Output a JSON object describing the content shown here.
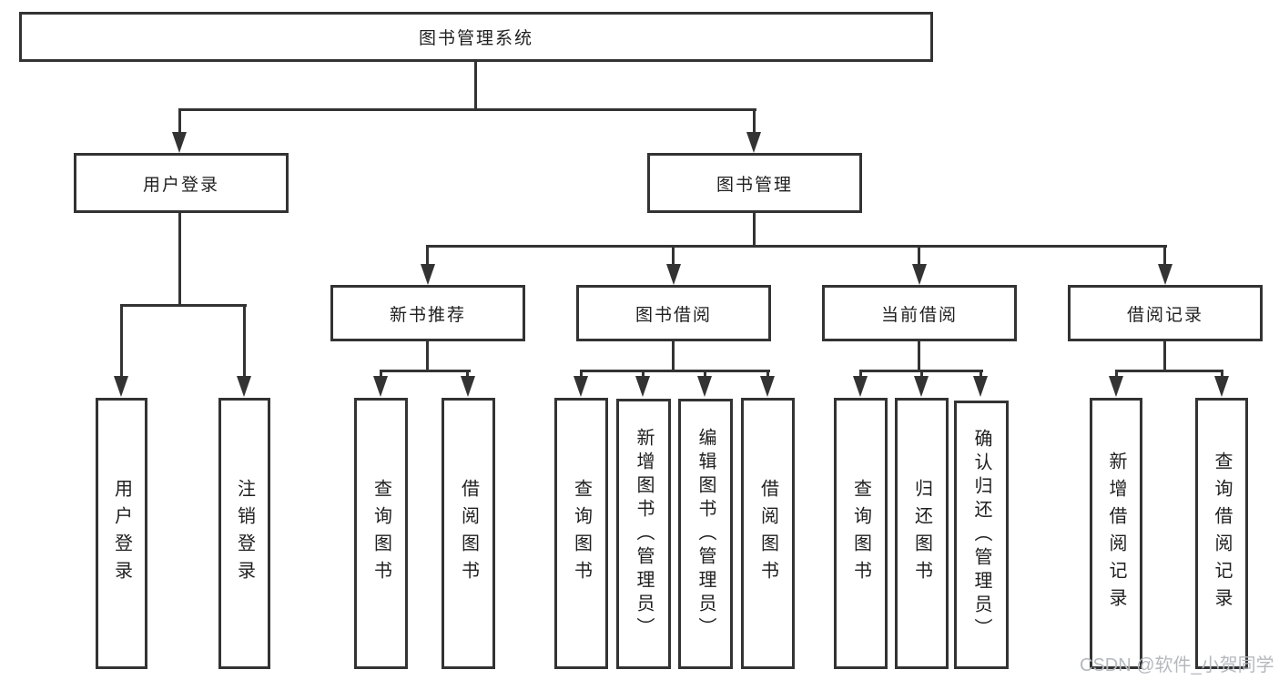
{
  "diagram": {
    "title": "图书管理系统",
    "level2": [
      "用户登录",
      "图书管理"
    ],
    "level3": [
      "新书推荐",
      "图书借阅",
      "当前借阅",
      "借阅记录"
    ],
    "leaves_user_login": [
      "用户登录",
      "注销登录"
    ],
    "leaves_new_book": [
      "查询图书",
      "借阅图书"
    ],
    "leaves_book_borrow": [
      "查询图书",
      "新增图书（管理员）",
      "编辑图书（管理员）",
      "借阅图书"
    ],
    "leaves_current_borrow": [
      "查询图书",
      "归还图书",
      "确认归还（管理员）"
    ],
    "leaves_borrow_records": [
      "新增借阅记录",
      "查询借阅记录"
    ],
    "colors": {
      "line": "#333333",
      "border": "#333333",
      "text": "#1f1f1f",
      "background": "#ffffff",
      "watermark_text": "#b5b9bf"
    }
  },
  "watermark": "CSDN @软件_小贺同学"
}
